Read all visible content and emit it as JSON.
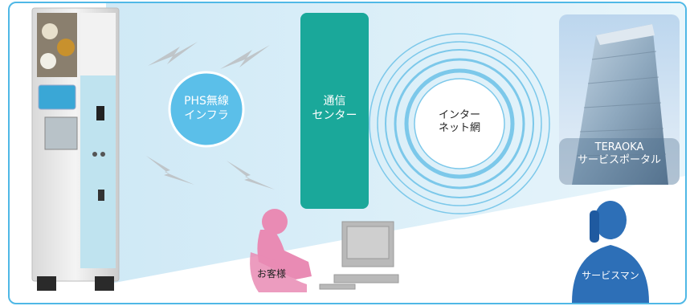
{
  "nodes": {
    "phs": {
      "line1": "PHS無線",
      "line2": "インフラ"
    },
    "center": {
      "line1": "通信",
      "line2": "センター"
    },
    "internet": {
      "line1": "インター",
      "line2": "ネット網"
    },
    "portal": {
      "line1": "TERAOKA",
      "line2": "サービスポータル"
    },
    "customer": {
      "label": "お客様"
    },
    "serviceman": {
      "label": "サービスマン"
    }
  },
  "colors": {
    "frame": "#4fb8e6",
    "beam": "#cfe9f6",
    "center": "#1aa89a",
    "phs": "#5bbfe9",
    "rings": "#7cc8ea",
    "customer": "#e98bb4",
    "serviceman": "#2d6fb7"
  }
}
